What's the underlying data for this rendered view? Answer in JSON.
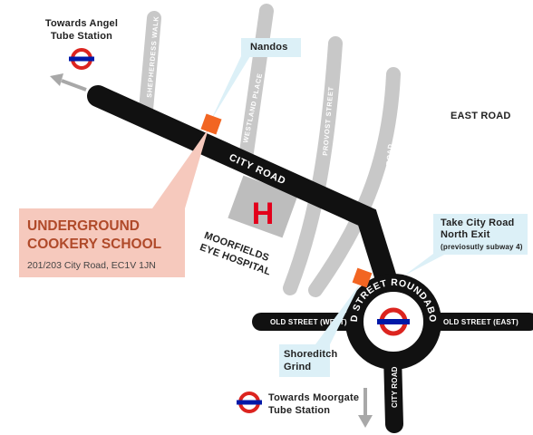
{
  "labels": {
    "angel_line1": "Towards Angel",
    "angel_line2": "Tube Station",
    "nandos": "Nandos",
    "east_road_area": "EAST ROAD",
    "school_line1": "UNDERGROUND",
    "school_line2": "COOKERY SCHOOL",
    "school_address": "201/203 City Road, EC1V 1JN",
    "hospital_line1": "MOORFIELDS",
    "hospital_line2": "EYE HOSPITAL",
    "hospital_symbol": "H",
    "exit_line1": "Take City Road",
    "exit_line2": "North Exit",
    "exit_note": "(previosutly subway 4)",
    "grind_line1": "Shoreditch",
    "grind_line2": "Grind",
    "moorgate_line1": "Towards Moorgate",
    "moorgate_line2": "Tube Station"
  },
  "streets": {
    "shepherdess_walk": "SHEPHERDESS WALK",
    "westland_place": "WESTLAND PLACE",
    "provost_street": "PROVOST STREET",
    "east_road": "EAST ROAD",
    "city_road_north": "CITY ROAD",
    "old_street_roundabout": "OLD STREET ROUNDABOUT",
    "old_street_west": "OLD STREET (WEST)",
    "old_street_east": "OLD STREET (EAST)",
    "city_road_south": "CITY ROAD"
  },
  "colors": {
    "main_road": "#111111",
    "side_road": "#c8c8c8",
    "callout_fill": "#f6c9bd",
    "callout_text": "#b04a2a",
    "info_fill": "#dcf0f7",
    "marker": "#f26522",
    "hospital_block": "#bdbdbd",
    "hospital_symbol": "#e3001b",
    "tube_red": "#dc241f",
    "tube_blue": "#0019a8",
    "arrow": "#a8a8a8"
  },
  "icons": [
    "tube-roundel-icon",
    "location-marker-icon",
    "hospital-icon",
    "direction-arrow-icon"
  ]
}
